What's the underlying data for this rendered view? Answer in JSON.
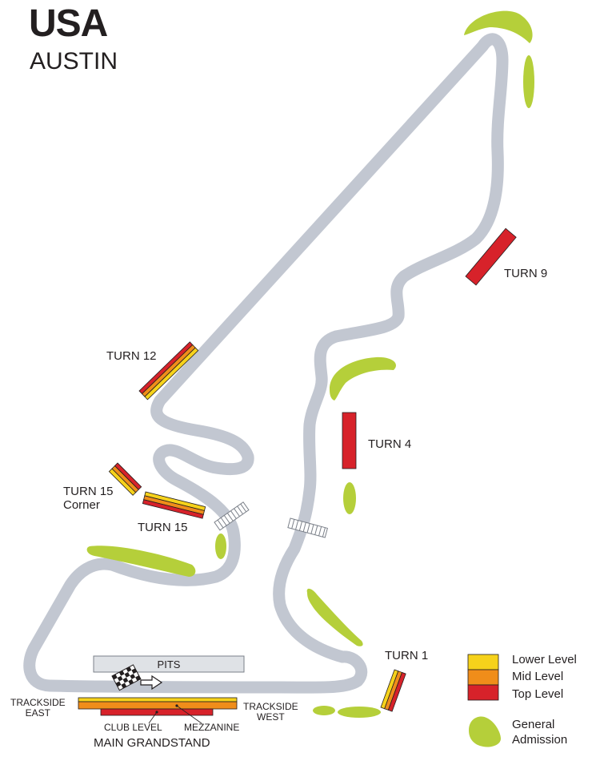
{
  "header": {
    "country": "USA",
    "city": "AUSTIN"
  },
  "grandstands": {
    "turn_1": "TURN 1",
    "turn_4": "TURN 4",
    "turn_9": "TURN 9",
    "turn_12": "TURN 12",
    "turn_15_corner_line1": "TURN 15",
    "turn_15_corner_line2": "Corner",
    "turn_15": "TURN 15",
    "trackside_east_line1": "TRACKSIDE",
    "trackside_east_line2": "EAST",
    "trackside_west_line1": "TRACKSIDE",
    "trackside_west_line2": "WEST",
    "club_level": "CLUB LEVEL",
    "mezzanine": "MEZZANINE",
    "main_grandstand": "MAIN GRANDSTAND"
  },
  "pits": "PITS",
  "legend": {
    "lower": "Lower Level",
    "mid": "Mid Level",
    "top": "Top Level",
    "ga_line1": "General",
    "ga_line2": "Admission"
  },
  "colors": {
    "track": "#c2c7d1",
    "general_admission": "#b5cf3a",
    "lower_level": "#f6d21b",
    "mid_level": "#f08d1a",
    "top_level": "#d7222a",
    "pits": "#dfe2e6",
    "text": "#231f20"
  }
}
